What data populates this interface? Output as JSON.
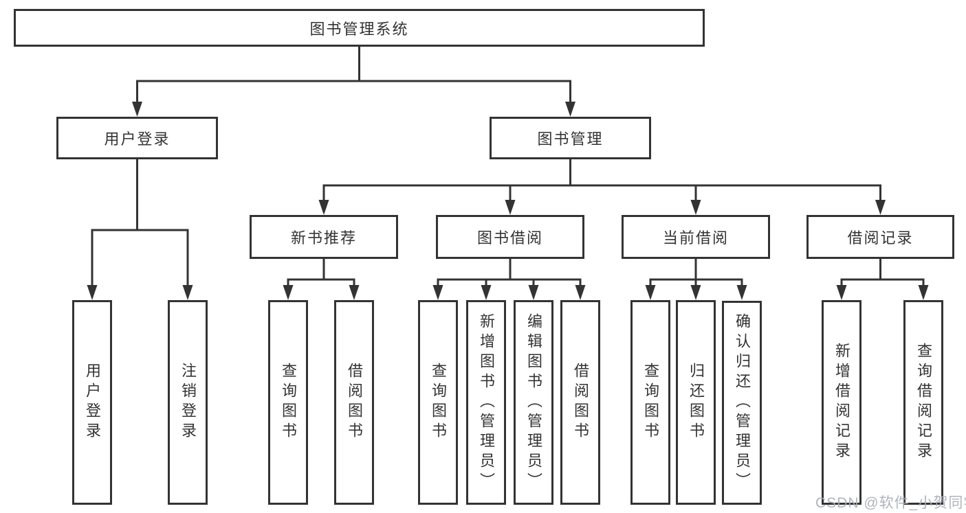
{
  "tree": {
    "label": "图书管理系统",
    "children": [
      {
        "label": "用户登录",
        "children": [
          {
            "label": "用户登录"
          },
          {
            "label": "注销登录"
          }
        ]
      },
      {
        "label": "图书管理",
        "children": [
          {
            "label": "新书推荐",
            "children": [
              {
                "label": "查询图书"
              },
              {
                "label": "借阅图书"
              }
            ]
          },
          {
            "label": "图书借阅",
            "children": [
              {
                "label": "查询图书"
              },
              {
                "label": "新增图书（管理员）"
              },
              {
                "label": "编辑图书（管理员）"
              },
              {
                "label": "借阅图书"
              }
            ]
          },
          {
            "label": "当前借阅",
            "children": [
              {
                "label": "查询图书"
              },
              {
                "label": "归还图书"
              },
              {
                "label": "确认归还（管理员）"
              }
            ]
          },
          {
            "label": "借阅记录",
            "children": [
              {
                "label": "新增借阅记录"
              },
              {
                "label": "查询借阅记录"
              }
            ]
          }
        ]
      }
    ]
  },
  "watermark": {
    "text": "CSDN @软件_小贺同学"
  },
  "colors": {
    "line": "#333333",
    "box_border": "#333333",
    "box_fill": "#ffffff",
    "text": "#333333",
    "watermark_text": "#a9aeb6",
    "page_background": "#ffffff"
  }
}
